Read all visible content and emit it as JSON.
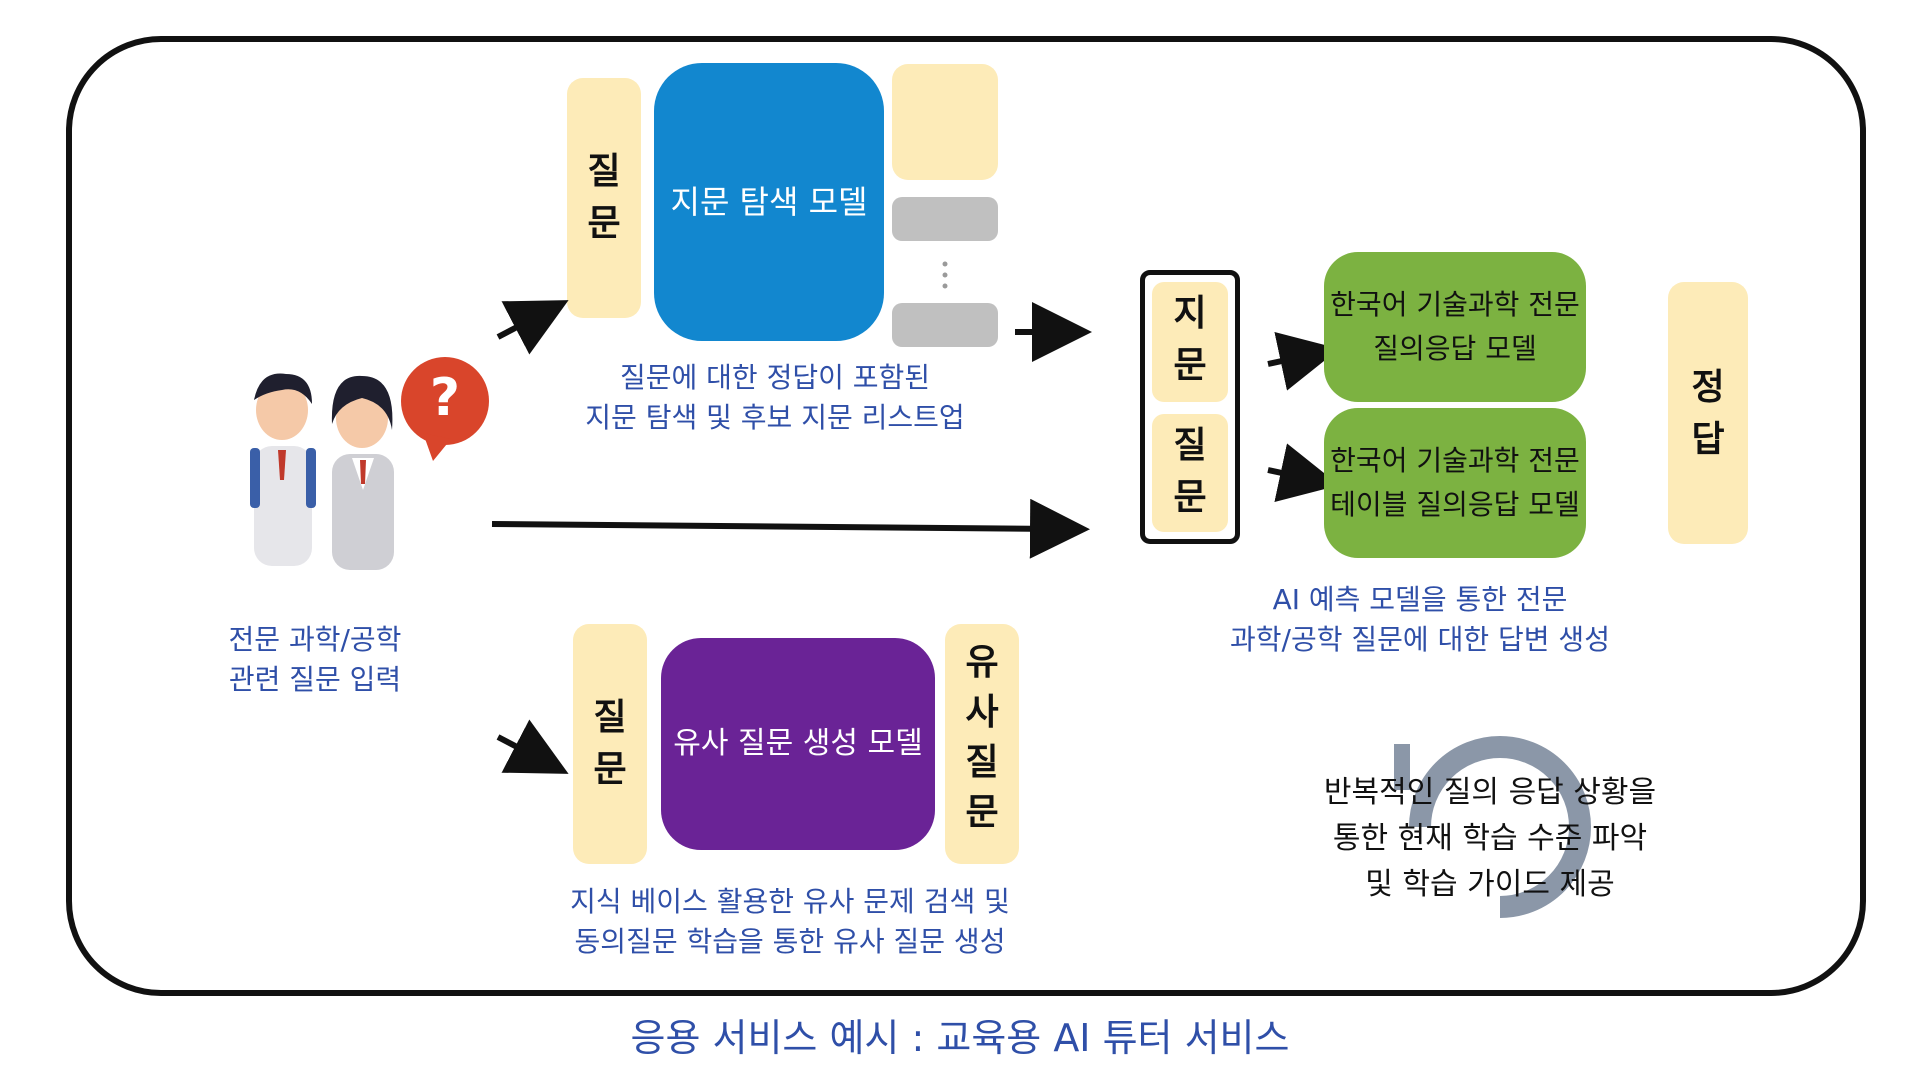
{
  "diagram": {
    "top_row": {
      "question_label": "질\n문",
      "model_label": "지문 탐색 모델",
      "caption": "질문에 대한 정답이 포함된\n지문 탐색 및 후보 지문 리스트업"
    },
    "student": {
      "caption": "전문 과학/공학\n관련 질문 입력",
      "bubble_symbol": "?"
    },
    "middle": {
      "passage_label": "지\n문",
      "question_label": "질\n문",
      "model_1": "한국어 기술과학 전문\n질의응답 모델",
      "model_2": "한국어 기술과학 전문\n테이블 질의응답 모델",
      "answer_label": "정\n답",
      "caption": "AI 예측 모델을 통한 전문\n과학/공학 질문에 대한 답변 생성"
    },
    "bottom_row": {
      "question_label": "질\n문",
      "model_label": "유사 질문 생성 모델",
      "similar_label": "유\n사\n질\n문",
      "caption": "지식 베이스 활용한 유사 문제 검색 및\n동의질문 학습을 통한 유사 질문 생성"
    },
    "learning_note": "반복적인 질의 응답 상황을\n통한 현재 학습 수준 파악\n및 학습 가이드 제공",
    "footer": "응용 서비스 예시 : 교육용 AI 튜터 서비스"
  },
  "colors": {
    "tan": "#fdebb8",
    "blue_model": "#1287cf",
    "green_model": "#7cb241",
    "purple_model": "#6a2396",
    "caption_blue": "#2f4fa8",
    "gray_item": "#c0c0c0",
    "bubble_red": "#d9452b"
  }
}
